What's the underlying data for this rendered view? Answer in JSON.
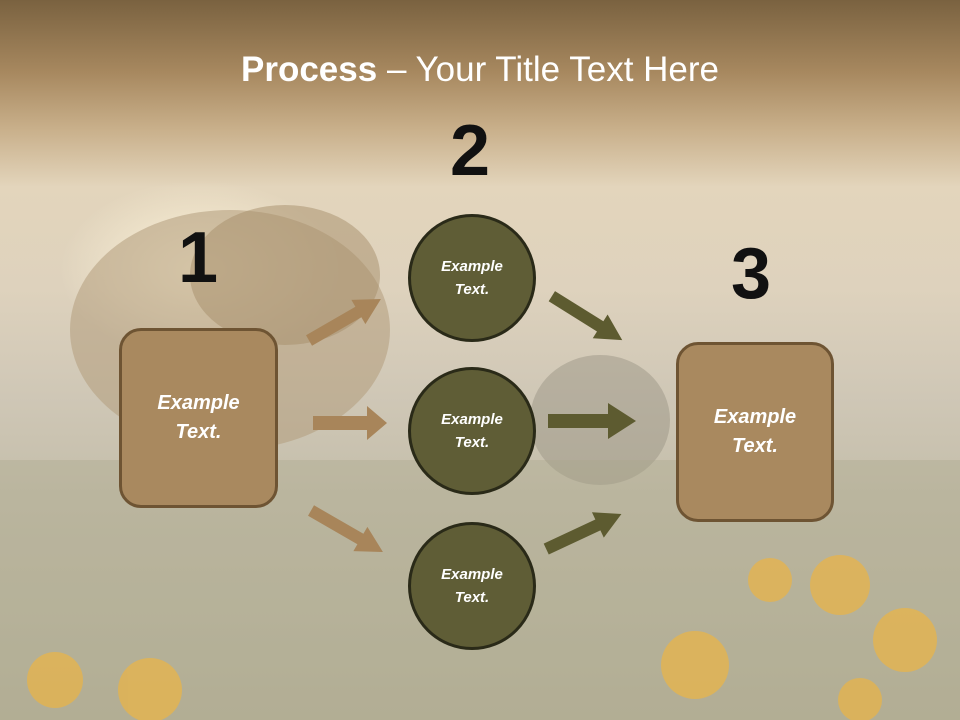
{
  "title": {
    "bold": "Process",
    "dash": " – ",
    "rest": "Your Title Text Here"
  },
  "step_numbers": {
    "one": "1",
    "two": "2",
    "three": "3"
  },
  "left_box": {
    "text": "Example\nText."
  },
  "right_box": {
    "text": "Example\nText."
  },
  "circles": [
    {
      "text": "Example\nText."
    },
    {
      "text": "Example\nText."
    },
    {
      "text": "Example\nText."
    }
  ],
  "colors": {
    "box_fill": "#a9895f",
    "circle_fill": "#5f5d36",
    "left_arrows": "#a8855a",
    "right_arrows": "#5d5b30"
  }
}
